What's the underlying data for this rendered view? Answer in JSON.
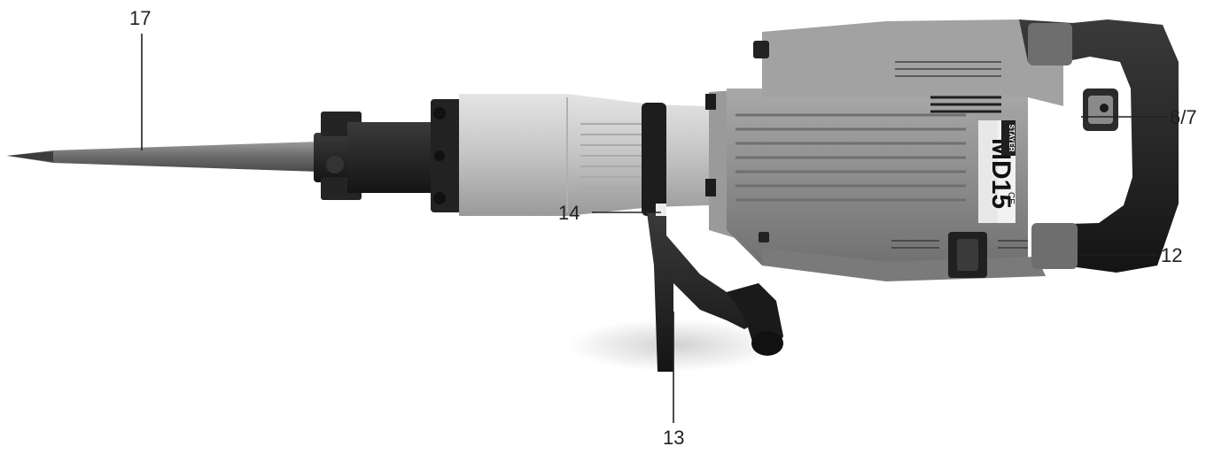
{
  "callouts": [
    {
      "id": "17",
      "label": "17"
    },
    {
      "id": "14",
      "label": "14"
    },
    {
      "id": "13",
      "label": "13"
    },
    {
      "id": "6-7",
      "label": "6/7"
    },
    {
      "id": "12",
      "label": "12"
    }
  ],
  "tool": {
    "brand": "STAYER",
    "model": "MD15",
    "mark": "CE"
  },
  "colors": {
    "body": "#8e8e8e",
    "aluminium": "#c9c9c9",
    "black_parts": "#1e1e1e",
    "chisel": "#7a7a7a",
    "text": "#231f20"
  }
}
